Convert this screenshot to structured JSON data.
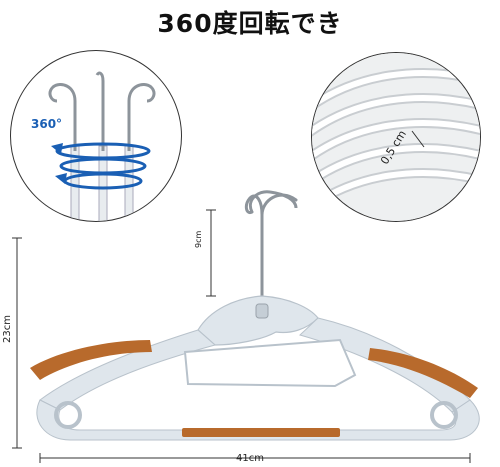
{
  "title": "360度回転でき",
  "rotation_badge": "360°",
  "dimensions": {
    "hook_height": "9cm",
    "total_height": "23cm",
    "width": "41cm",
    "thickness": "0,5 cm"
  },
  "colors": {
    "hanger_body": "#dfe6ec",
    "grip_pads": "#b86a2c",
    "hook_metal": "#9aa0a6",
    "rotation_arrows": "#1a5fb4"
  },
  "icons": [
    "rotating-hook-closeup",
    "hanger-surface-closeup"
  ]
}
